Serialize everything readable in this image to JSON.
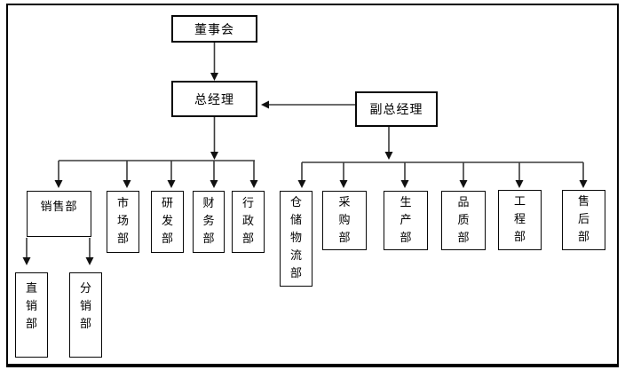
{
  "diagram": {
    "type": "org-chart",
    "nodes": {
      "board": {
        "label": "董事会"
      },
      "general_manager": {
        "label": "总经理"
      },
      "deputy_general_manager": {
        "label": "副总经理"
      },
      "sales": {
        "label": "销售部"
      },
      "marketing": {
        "label": "市场部"
      },
      "rnd": {
        "label": "研发部"
      },
      "finance": {
        "label": "财务部"
      },
      "admin": {
        "label": "行政部"
      },
      "warehouse_logistics": {
        "label": "仓储物流部"
      },
      "purchasing": {
        "label": "采购部"
      },
      "production": {
        "label": "生产部"
      },
      "quality": {
        "label": "品质部"
      },
      "engineering": {
        "label": "工程部"
      },
      "after_sales": {
        "label": "售后部"
      },
      "direct_sales": {
        "label": "直销部"
      },
      "distribution": {
        "label": "分销部"
      }
    },
    "edges": [
      {
        "from": "董事会",
        "to": "总经理",
        "style": "arrow-down"
      },
      {
        "from": "副总经理",
        "to": "总经理",
        "style": "arrow-left"
      },
      {
        "from": "总经理",
        "to": [
          "销售部",
          "市场部",
          "研发部",
          "财务部",
          "行政部"
        ],
        "style": "bus-arrows"
      },
      {
        "from": "副总经理",
        "to": [
          "仓储物流部",
          "采购部",
          "生产部",
          "品质部",
          "工程部",
          "售后部"
        ],
        "style": "bus-arrows"
      },
      {
        "from": "销售部",
        "to": [
          "直销部",
          "分销部"
        ],
        "style": "arrows-down"
      }
    ],
    "colors": {
      "background": "#ffffff",
      "box_border": "#070707",
      "line": "#3a3a3a",
      "arrowhead": "#111111",
      "text": "#000000"
    }
  }
}
